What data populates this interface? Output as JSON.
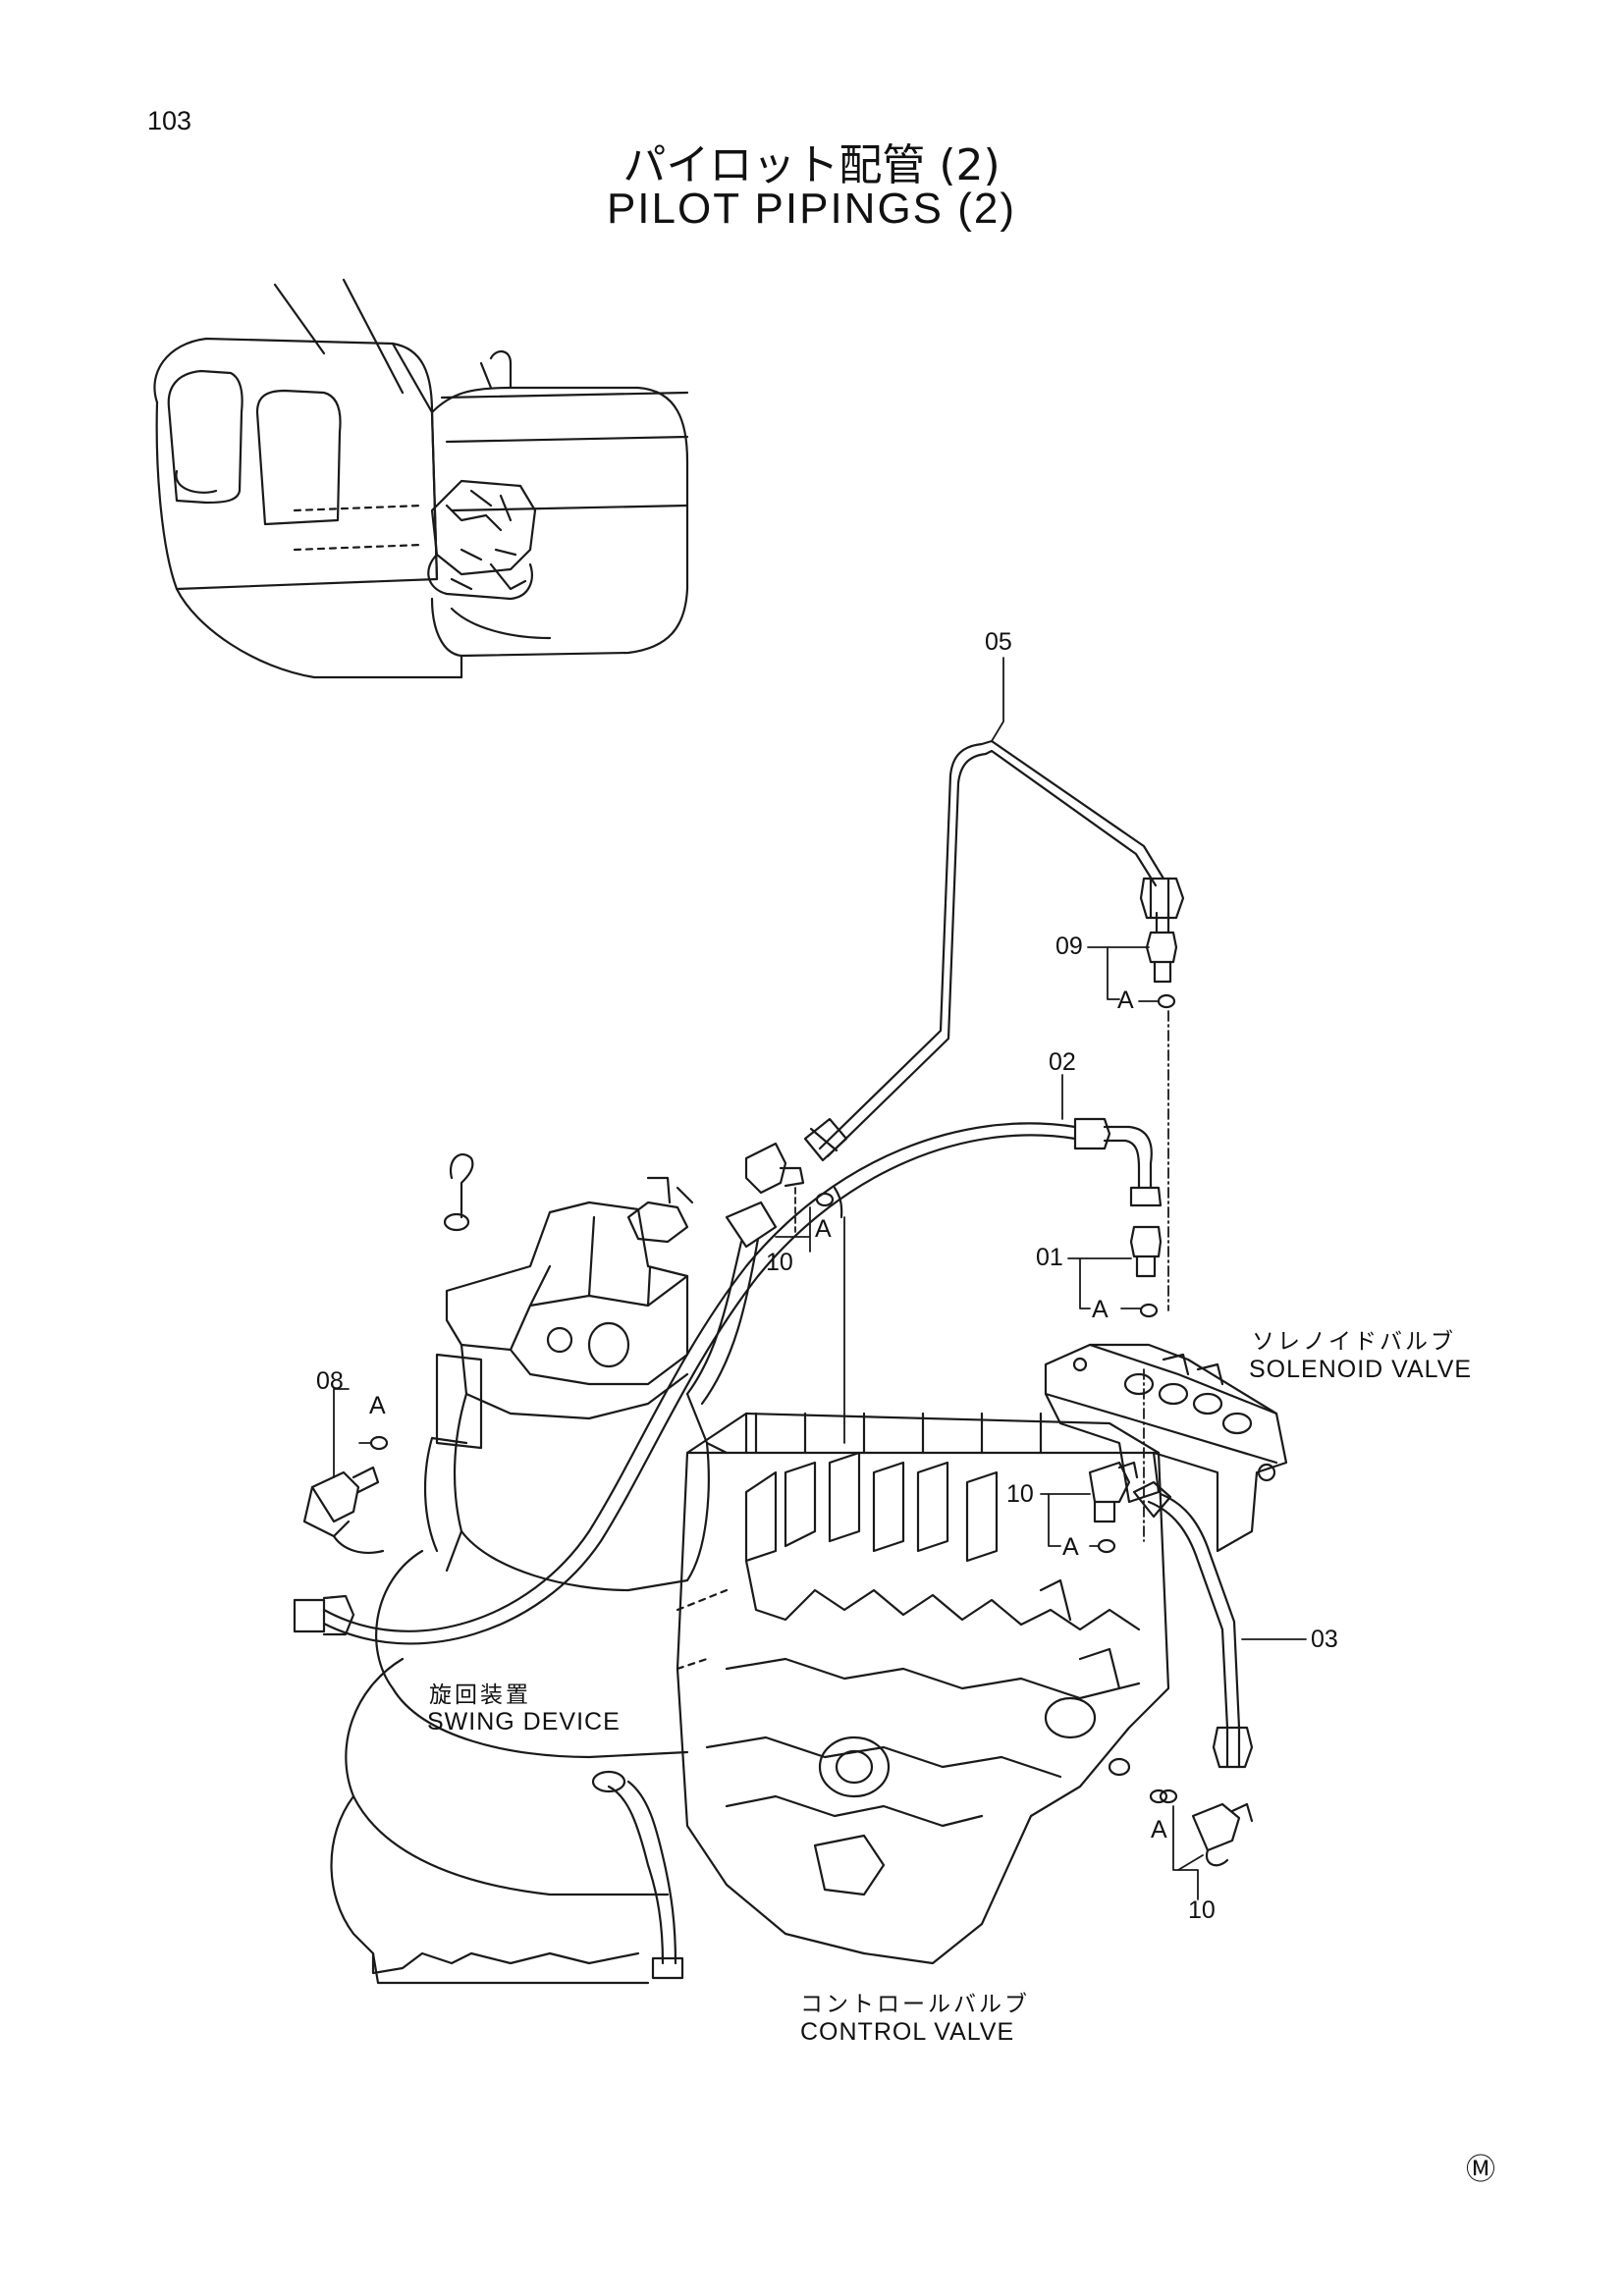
{
  "page_number": "103",
  "title": {
    "japanese": "パイロット配管 (2)",
    "english": "PILOT PIPINGS (2)"
  },
  "callouts": {
    "c05": "05",
    "c09": "09",
    "c02": "02",
    "c01": "01",
    "c10a": "10",
    "c08": "08",
    "c10b": "10",
    "c03": "03",
    "c10c": "10",
    "a1": "A",
    "a2": "A",
    "a3": "A",
    "a4": "A",
    "a5": "A",
    "a6": "A"
  },
  "labels": {
    "solenoid_jp": "ソレノイドバルブ",
    "solenoid_en": "SOLENOID VALVE",
    "swing_jp": "旋回装置",
    "swing_en": "SWING DEVICE",
    "control_jp": "コントロールバルブ",
    "control_en": "CONTROL VALVE"
  },
  "corner_mark": "Ⓜ"
}
